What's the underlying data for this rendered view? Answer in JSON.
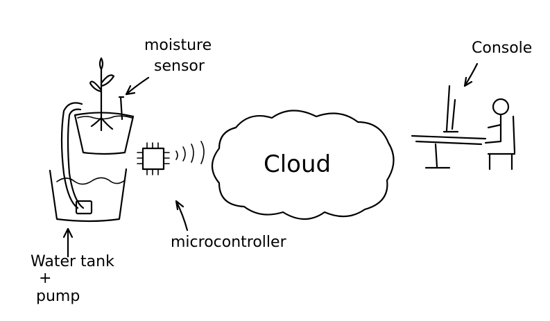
{
  "labels": {
    "moisture_sensor_line1": "moisture",
    "moisture_sensor_line2": "sensor",
    "console": "Console",
    "cloud": "Cloud",
    "microcontroller": "microcontroller",
    "water_tank_line1": "Water tank",
    "water_tank_line2": "+",
    "water_tank_line3": "pump"
  },
  "colors": {
    "ink": "#000000",
    "background": "#ffffff"
  }
}
